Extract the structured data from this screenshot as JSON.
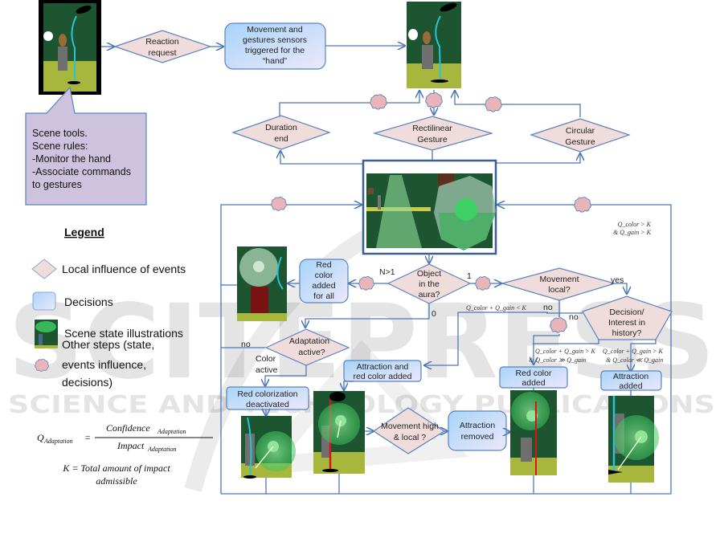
{
  "callout": {
    "lines": [
      "Scene tools.",
      "Scene rules:",
      "-Monitor the hand",
      "-Associate commands",
      "to gestures"
    ]
  },
  "nodes": {
    "reaction_request": [
      "Reaction",
      "request"
    ],
    "sensors": [
      "Movement  and",
      "gestures sensors",
      "triggered for the",
      "“hand”"
    ],
    "duration_end": [
      "Duration",
      "end"
    ],
    "rectilinear": [
      "Rectilinear",
      "Gesture"
    ],
    "circular": [
      "Circular",
      "Gesture"
    ],
    "object_in_aura": [
      "Object",
      "in  the",
      "aura?"
    ],
    "red_color_all": [
      "Red",
      "color",
      "added",
      "for all"
    ],
    "movement_local": [
      "Movement",
      "local?"
    ],
    "decision_history": [
      "Decision/",
      "Interest  in",
      "history?"
    ],
    "adaptation_active": [
      "Adaptation",
      "active?"
    ],
    "attraction_red": [
      "Attraction and",
      "red color added"
    ],
    "red_color_added": [
      "Red color",
      "added"
    ],
    "attraction_added": [
      "Attraction",
      "added"
    ],
    "red_colorization_off": [
      "Red colorization",
      "deactivated"
    ],
    "movement_high": [
      "Movement high",
      "& local ?"
    ],
    "attraction_removed": [
      "Attraction",
      "removed"
    ]
  },
  "edge_labels": {
    "n_gt_1": "N>1",
    "one": "1",
    "zero": "0",
    "yes": "yes",
    "no_1": "no",
    "no_2": "no",
    "no_3": "no",
    "color_active": [
      "Color",
      "active"
    ]
  },
  "conditions": {
    "top_right": [
      "Q_color > K",
      "& Q_gain > K"
    ],
    "sum_lt_k": "Q_color + Q_gain  < K",
    "left_branch": [
      "Q_color + Q_gain  > K",
      "& Q_color ≫ Q_gain"
    ],
    "right_branch": [
      "Q_color + Q_gain  > K",
      "& Q_color ≪ Q_gain"
    ]
  },
  "legend": {
    "title": "Legend",
    "items": [
      {
        "icon": "diamond-icon",
        "label": "Local influence of events"
      },
      {
        "icon": "rounded-rect-icon",
        "label": "Decisions"
      },
      {
        "icon": "scene-thumbnail-icon",
        "label": "Scene state illustrations"
      },
      {
        "icon": "blob-icon",
        "label": [
          "Other steps (state,",
          "events influence,",
          "decisions)"
        ]
      }
    ]
  },
  "formulas": {
    "q_lhs": "Q",
    "q_lhs_sub": "Adaptation",
    "numerator": "Confidence",
    "numerator_sub": "Adaptation",
    "denominator": "Impact",
    "denominator_sub": "Adaptation",
    "k_def": [
      "K = Total amount of impact",
      "admissible"
    ]
  },
  "watermark": {
    "big": "SCITEPRESS",
    "small": "SCIENCE AND TECHNOLOGY PUBLICATIONS"
  },
  "colors": {
    "line": "#4a78b8",
    "diamond_fill": "#f1dcdc",
    "decision_fill_top": "#bfe0fb",
    "decision_fill_bottom": "#e4eefc",
    "blob_fill": "#e9b5b8",
    "callout_fill": "#cdc3df",
    "scene_dark": "#1c5530",
    "scene_ground": "#a7b63c"
  }
}
